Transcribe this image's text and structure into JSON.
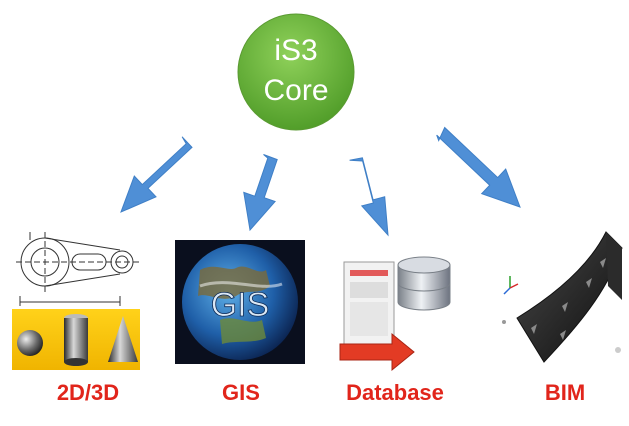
{
  "core": {
    "line1": "iS3",
    "line2": "Core",
    "fill_color": "#6cb33e",
    "text_color": "#ffffff"
  },
  "arrow_color": "#4f8fd6",
  "label_color": "#e1251b",
  "modules": [
    {
      "id": "2d3d",
      "label": "2D/3D",
      "icon": "cad-drawing-and-solid-shapes-icon"
    },
    {
      "id": "gis",
      "label": "GIS",
      "icon": "earth-globe-icon",
      "globe_text": "GIS"
    },
    {
      "id": "database",
      "label": "Database",
      "icon": "database-cylinder-icon"
    },
    {
      "id": "bim",
      "label": "BIM",
      "icon": "curved-tunnel-segment-icon"
    }
  ]
}
